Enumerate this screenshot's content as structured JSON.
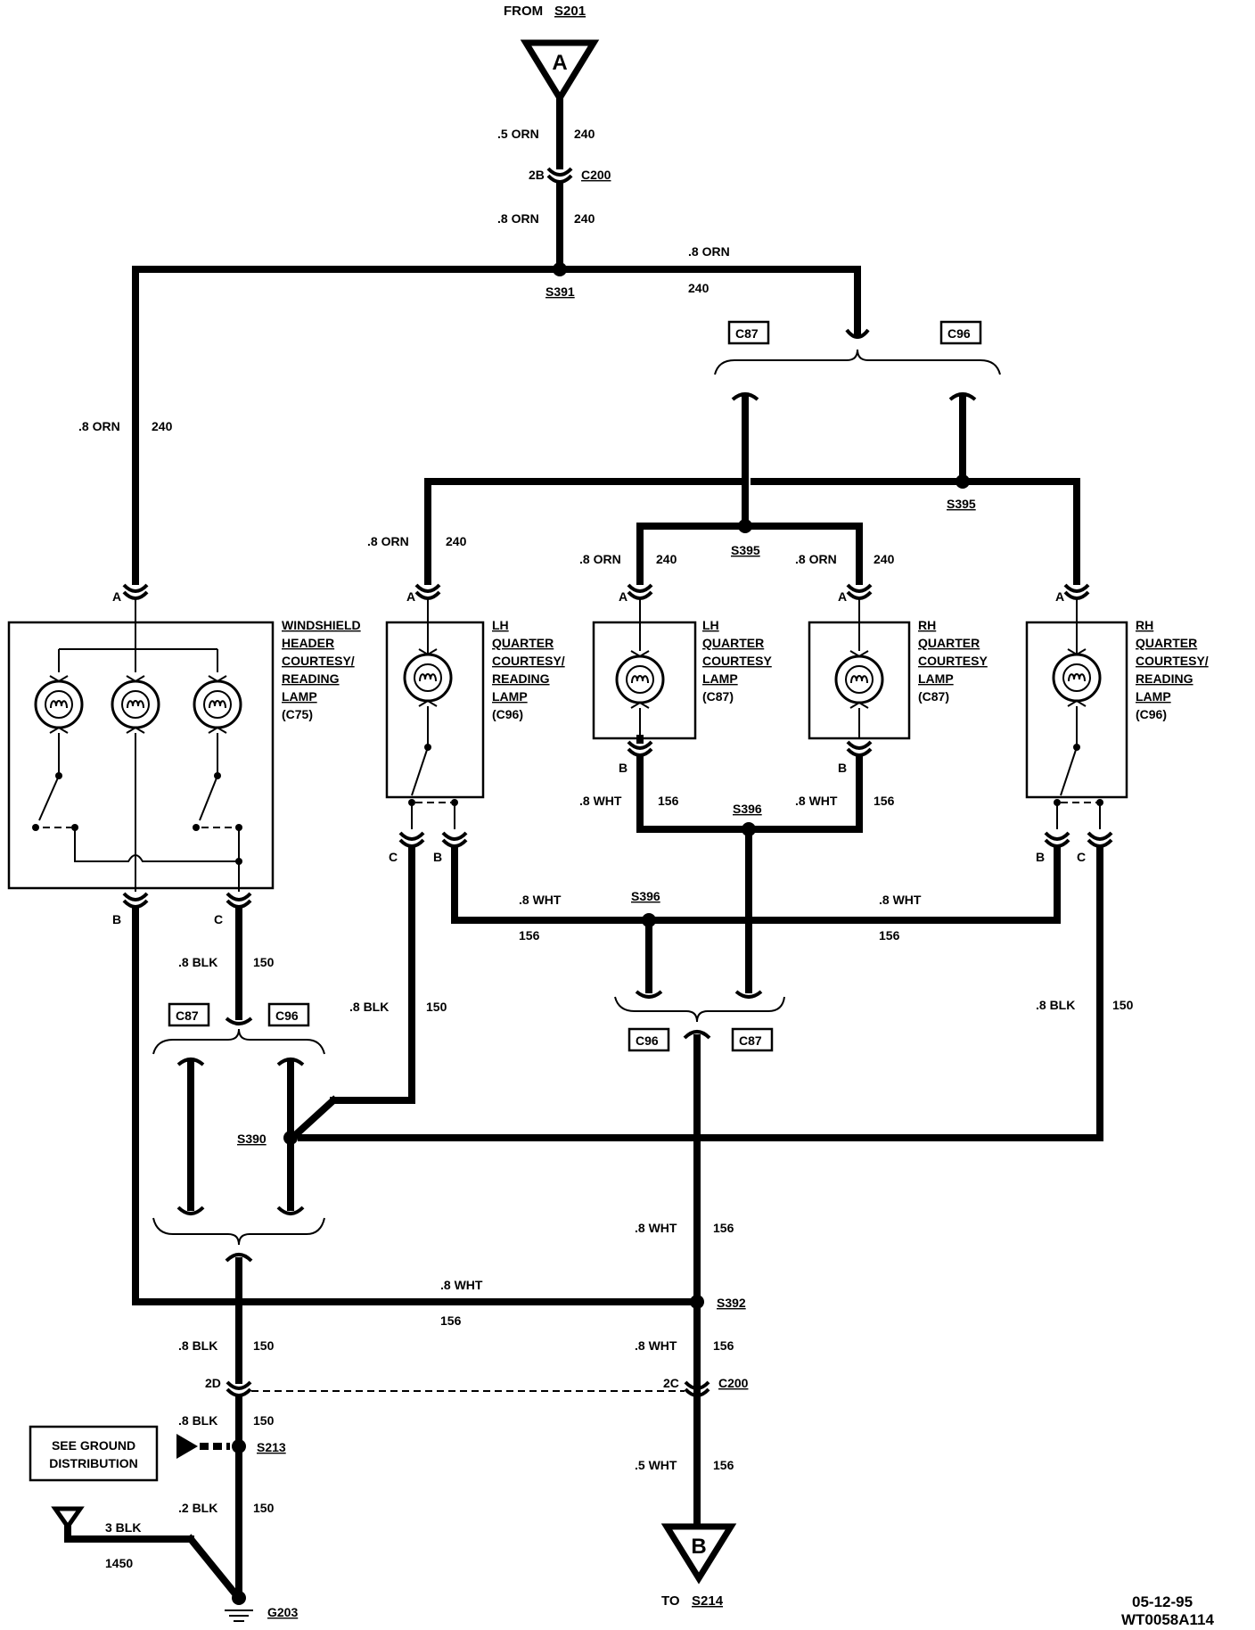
{
  "header": {
    "from_label": "FROM",
    "from_splice": "S201",
    "top_connector": "A"
  },
  "footer": {
    "to_label": "TO",
    "to_splice": "S214",
    "bottom_connector": "B",
    "date": "05-12-95",
    "code": "WT0058A114"
  },
  "wires": {
    "orn5": ".5 ORN",
    "orn8": ".8 ORN",
    "c240": "240",
    "wht8": ".8 WHT",
    "wht5": ".5 WHT",
    "c156": "156",
    "blk8": ".8 BLK",
    "blk2": ".2 BLK",
    "blk3": "3 BLK",
    "c150": "150",
    "c1450": "1450"
  },
  "connectors": {
    "c200": "C200",
    "c87": "C87",
    "c96": "C96",
    "p2b": "2B",
    "p2c": "2C",
    "p2d": "2D",
    "pa": "A",
    "pb": "B",
    "pc": "C"
  },
  "splices": {
    "s391": "S391",
    "s395": "S395",
    "s396": "S396",
    "s390": "S390",
    "s392": "S392",
    "s213": "S213",
    "g203": "G203"
  },
  "lamps": {
    "windshield": [
      "WINDSHIELD",
      "HEADER",
      "COURTESY/",
      "READING",
      "LAMP",
      "(C75)"
    ],
    "lh_qcr": [
      "LH",
      "QUARTER",
      "COURTESY/",
      "READING",
      "LAMP",
      "(C96)"
    ],
    "lh_qc": [
      "LH",
      "QUARTER",
      "COURTESY",
      "LAMP",
      "(C87)"
    ],
    "rh_qc": [
      "RH",
      "QUARTER",
      "COURTESY",
      "LAMP",
      "(C87)"
    ],
    "rh_qcr": [
      "RH",
      "QUARTER",
      "COURTESY/",
      "READING",
      "LAMP",
      "(C96)"
    ]
  },
  "ground_box": [
    "SEE GROUND",
    "DISTRIBUTION"
  ]
}
